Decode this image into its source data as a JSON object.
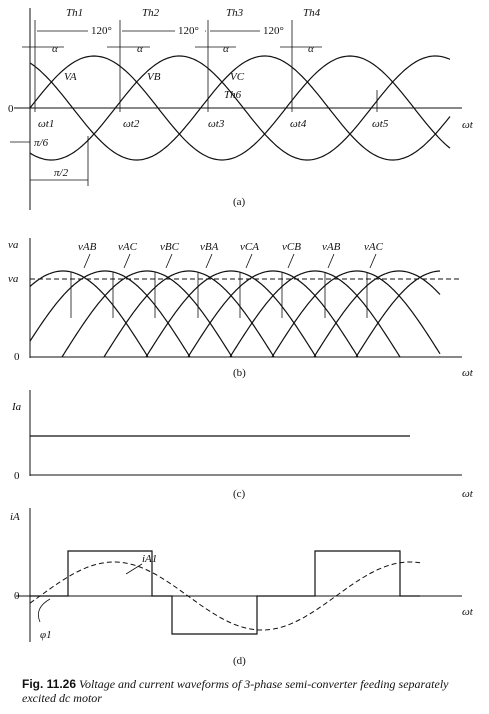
{
  "panels": {
    "a": {
      "tag": "(a)",
      "origin": "0",
      "axis": "ωt",
      "thyristors": [
        "Th1",
        "Th2",
        "Th3",
        "Th4",
        "Th6"
      ],
      "alpha": "α",
      "angle": "120°",
      "phases": [
        "VA",
        "VB",
        "VC"
      ],
      "instants": [
        "ωt1",
        "ωt2",
        "ωt3",
        "ωt4",
        "ωt5"
      ],
      "pi6": "π/6",
      "pi2": "π/2"
    },
    "b": {
      "tag": "(b)",
      "y_label": "va",
      "avg_label": "va",
      "origin": "0",
      "axis": "ωt",
      "line_voltages": [
        "vAB",
        "vAC",
        "vBC",
        "vBA",
        "vCA",
        "vCB",
        "vAB",
        "vAC"
      ]
    },
    "c": {
      "tag": "(c)",
      "y_label": "Ia",
      "origin": "0",
      "axis": "ωt"
    },
    "d": {
      "tag": "(d)",
      "y_label": "iA",
      "fundamental": "iA1",
      "origin": "0",
      "axis": "ωt",
      "phi": "φ1"
    }
  },
  "caption": {
    "number": "Fig. 11.26",
    "text": "Voltage and current waveforms of 3-phase semi-converter feeding separately excited dc motor"
  }
}
